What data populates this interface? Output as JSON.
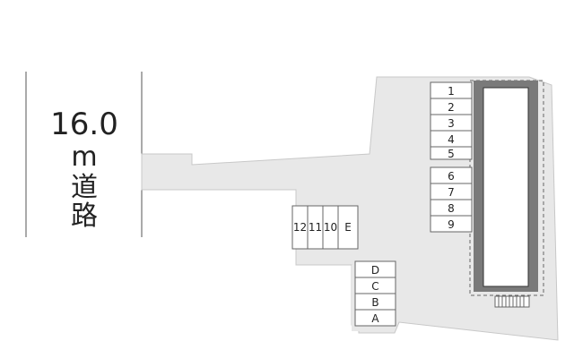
{
  "road": {
    "width": "16.0",
    "unit": "m",
    "chars": [
      "道",
      "路"
    ]
  },
  "parking_right": [
    "1",
    "2",
    "3",
    "4",
    "5",
    "6",
    "7",
    "8",
    "9"
  ],
  "parking_middle": [
    "12",
    "11",
    "10",
    "E"
  ],
  "parking_bottom": [
    "D",
    "C",
    "B",
    "A"
  ],
  "colors": {
    "lot_fill": "#e8e8e8",
    "lot_stroke": "#c8c8c8",
    "building_fill": "#7a7a7a",
    "building_inner": "#ffffff",
    "line": "#555555"
  }
}
